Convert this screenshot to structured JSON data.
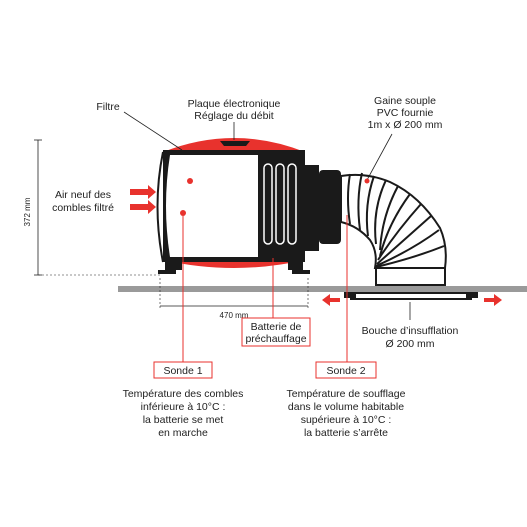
{
  "labels": {
    "filtre": "Filtre",
    "plaque_line1": "Plaque électronique",
    "plaque_line2": "Réglage du débit",
    "gaine_line1": "Gaine souple",
    "gaine_line2": "PVC fournie",
    "gaine_line3": "1m x Ø 200 mm",
    "air_line1": "Air neuf des",
    "air_line2": "combles filtré",
    "height_dim": "372 mm",
    "width_dim": "470 mm",
    "batterie_line1": "Batterie de",
    "batterie_line2": "préchauffage",
    "bouche_line1": "Bouche d’insufflation",
    "bouche_line2": "Ø 200 mm",
    "sonde1": "Sonde 1",
    "sonde2": "Sonde 2",
    "sonde1_desc_1": "Température des combles",
    "sonde1_desc_2": "inférieure à 10°C :",
    "sonde1_desc_3": "la batterie se met",
    "sonde1_desc_4": "en marche",
    "sonde2_desc_1": "Température de soufflage",
    "sonde2_desc_2": "dans le volume habitable",
    "sonde2_desc_3": "supérieure à 10°C :",
    "sonde2_desc_4": "la batterie s’arrête"
  },
  "colors": {
    "accent_red": "#e8322d",
    "dark": "#1a1a1a",
    "floor": "#9a9a9a",
    "box_border": "#e8322d"
  }
}
